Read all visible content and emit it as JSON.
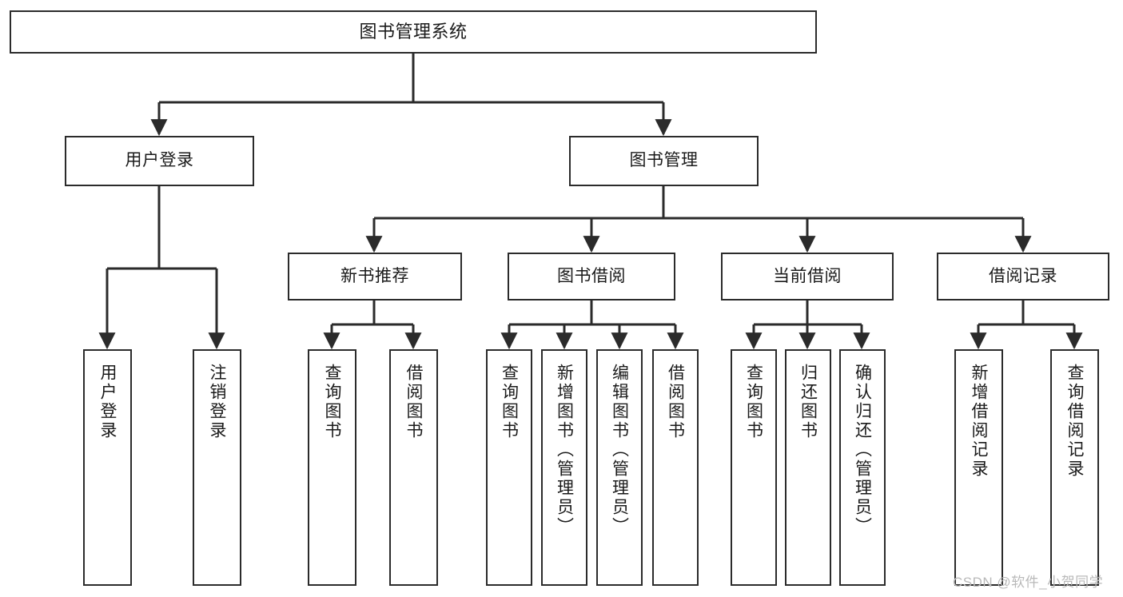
{
  "diagram": {
    "type": "tree-hierarchy",
    "title": "图书管理系统",
    "root": {
      "id": "root",
      "label": "图书管理系统",
      "orientation": "horizontal"
    },
    "level2": [
      {
        "id": "user-login",
        "label": "用户登录",
        "orientation": "horizontal"
      },
      {
        "id": "book-manage",
        "label": "图书管理",
        "orientation": "horizontal"
      }
    ],
    "level3": [
      {
        "id": "new-book-rec",
        "label": "新书推荐",
        "orientation": "horizontal",
        "parent": "book-manage"
      },
      {
        "id": "book-borrow",
        "label": "图书借阅",
        "orientation": "horizontal",
        "parent": "book-manage"
      },
      {
        "id": "current-borrow",
        "label": "当前借阅",
        "orientation": "horizontal",
        "parent": "book-manage"
      },
      {
        "id": "borrow-record",
        "label": "借阅记录",
        "orientation": "horizontal",
        "parent": "book-manage"
      }
    ],
    "leaves": [
      {
        "id": "leaf-user-login",
        "label": "用户登录",
        "orientation": "vertical",
        "parent": "user-login"
      },
      {
        "id": "leaf-user-logout",
        "label": "注销登录",
        "orientation": "vertical",
        "parent": "user-login"
      },
      {
        "id": "leaf-query-book-1",
        "label": "查询图书",
        "orientation": "vertical",
        "parent": "new-book-rec"
      },
      {
        "id": "leaf-borrow-book-1",
        "label": "借阅图书",
        "orientation": "vertical",
        "parent": "new-book-rec"
      },
      {
        "id": "leaf-query-book-2",
        "label": "查询图书",
        "orientation": "vertical",
        "parent": "book-borrow"
      },
      {
        "id": "leaf-add-book",
        "label": "新增图书（管理员）",
        "orientation": "vertical",
        "parent": "book-borrow"
      },
      {
        "id": "leaf-edit-book",
        "label": "编辑图书（管理员）",
        "orientation": "vertical",
        "parent": "book-borrow"
      },
      {
        "id": "leaf-borrow-book-2",
        "label": "借阅图书",
        "orientation": "vertical",
        "parent": "book-borrow"
      },
      {
        "id": "leaf-query-book-3",
        "label": "查询图书",
        "orientation": "vertical",
        "parent": "current-borrow"
      },
      {
        "id": "leaf-return-book",
        "label": "归还图书",
        "orientation": "vertical",
        "parent": "current-borrow"
      },
      {
        "id": "leaf-confirm-return",
        "label": "确认归还（管理员）",
        "orientation": "vertical",
        "parent": "current-borrow"
      },
      {
        "id": "leaf-add-record",
        "label": "新增借阅记录",
        "orientation": "vertical",
        "parent": "borrow-record"
      },
      {
        "id": "leaf-query-record",
        "label": "查询借阅记录",
        "orientation": "vertical",
        "parent": "borrow-record"
      }
    ],
    "colors": {
      "stroke": "#2b2b2b",
      "fill": "#ffffff",
      "text": "#1a1a1a",
      "watermark": "#b9b9b9"
    }
  },
  "watermark": {
    "text": "CSDN @软件_小贺同学"
  }
}
